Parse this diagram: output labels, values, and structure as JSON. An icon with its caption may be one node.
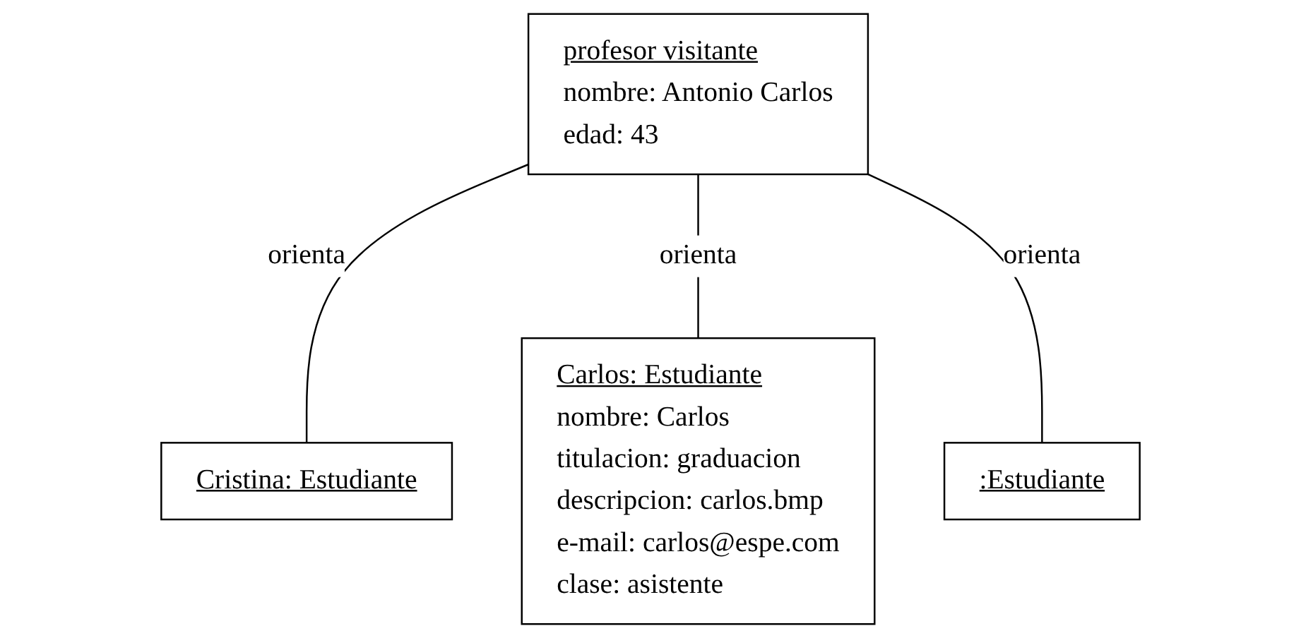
{
  "diagram": {
    "nodes": [
      {
        "text": [
          "profesor visitante",
          "nombre: Antonio Carlos",
          "edad: 43"
        ]
      },
      {
        "text": [
          "Cristina: Estudiante"
        ]
      },
      {
        "text": [
          "Carlos: Estudiante",
          "nombre: Carlos",
          "titulacion: graduacion",
          "descripcion: carlos.bmp",
          "e-mail: carlos@espe.com",
          "clase: asistente"
        ]
      },
      {
        "text": [
          ":Estudiante"
        ]
      }
    ],
    "edges": [
      {
        "from": 0,
        "to": 1,
        "arrow": "none",
        "label": "orienta"
      },
      {
        "from": 0,
        "to": 2,
        "arrow": "none",
        "label": "orienta"
      },
      {
        "from": 0,
        "to": 3,
        "arrow": "none",
        "label": "orienta"
      }
    ]
  }
}
